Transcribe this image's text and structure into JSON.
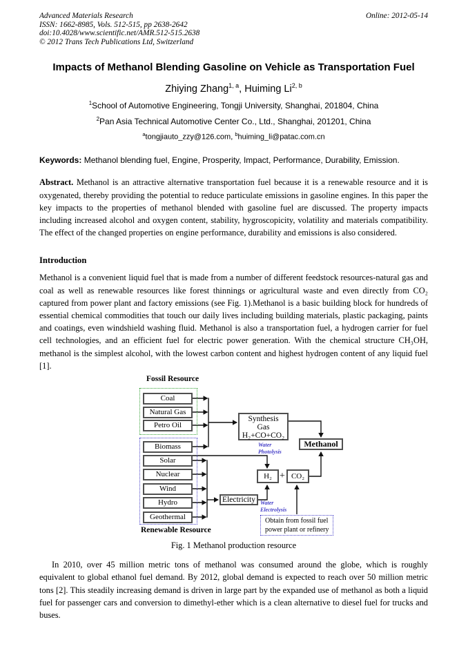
{
  "header": {
    "journal": "Advanced Materials Research",
    "issn": "ISSN: 1662-8985, Vols. 512-515, pp 2638-2642",
    "doi": "doi:10.4028/www.scientific.net/AMR.512-515.2638",
    "copyright": "© 2012 Trans Tech Publications Ltd, Switzerland",
    "online": "Online: 2012-05-14"
  },
  "title": "Impacts of Methanol Blending Gasoline on Vehicle as Transportation Fuel",
  "authors": {
    "name1": "Zhiying Zhang",
    "sup1": "1, a",
    "separator": ", ",
    "name2": "Huiming Li",
    "sup2": "2, b"
  },
  "affiliations": [
    {
      "sup": "1",
      "text": "School of Automotive Engineering, Tongji University, Shanghai, 201804, China"
    },
    {
      "sup": "2",
      "text": "Pan Asia Technical Automotive Center Co., Ltd., Shanghai, 201201, China"
    }
  ],
  "emails": [
    {
      "sup": "a",
      "text": "tongjiauto_zzy@126.com, "
    },
    {
      "sup": "b",
      "text": "huiming_li@patac.com.cn"
    }
  ],
  "keywords": {
    "label": "Keywords:",
    "text": " Methanol blending fuel, Engine, Prosperity, Impact, Performance, Durability, Emission."
  },
  "abstract": {
    "label": "Abstract.",
    "text": " Methanol is an attractive alternative transportation fuel because it is a renewable resource and it is oxygenated, thereby providing the potential to reduce particulate emissions in gasoline engines. In this paper the key impacts to the properties of methanol blended with gasoline fuel are discussed. The property impacts including increased alcohol and oxygen content, stability, hygroscopicity, volatility and materials compatibility. The effect of the changed properties on engine performance, durability and emissions is also considered."
  },
  "introduction": {
    "heading": "Introduction",
    "paragraph": "Methanol is a convenient liquid fuel that is made from a number of different feedstock resources-natural gas and coal as well as renewable resources like forest thinnings or agricultural waste and even directly from CO₂ captured from power plant and factory emissions (see Fig. 1).Methanol is a basic building block for hundreds of essential chemical commodities that touch our daily lives including building materials, plastic packaging, paints and coatings, even windshield washing fluid. Methanol is also a transportation fuel, a hydrogen carrier for fuel cell technologies, and an efficient fuel for electric power generation. With the chemical structure CH₃OH, methanol is the simplest alcohol, with the lowest carbon content and highest hydrogen content of any liquid fuel [1]."
  },
  "figure": {
    "fossil_label": "Fossil Resource",
    "renewable_label": "Renewable Resource",
    "fossil_items": [
      "Coal",
      "Natural Gas",
      "Petro Oil"
    ],
    "renewable_items": [
      "Biomass",
      "Solar",
      "Nuclear",
      "Wind",
      "Hydro",
      "Geothermal"
    ],
    "synthesis": {
      "line1": "Synthesis",
      "line2": "Gas",
      "line3": "H₂+CO+CO₂"
    },
    "methanol": "Methanol",
    "h2": "H₂",
    "plus": "+",
    "co2": "CO₂",
    "electricity": "Electricity",
    "water_photolysis": {
      "line1": "Water",
      "line2": "Photolysis"
    },
    "water_electrolysis": {
      "line1": "Water",
      "line2": "Electrolysis"
    },
    "obtain_note": {
      "line1": "Obtain from fossil fuel",
      "line2": "power plant or refinery"
    },
    "caption": "Fig. 1 Methanol production resource",
    "colors": {
      "fossil_border": "#33a033",
      "renewable_border": "#4640c8",
      "annotation_text": "#4640c8"
    }
  },
  "paragraph2": "In 2010, over 45 million metric tons of methanol was consumed around the globe, which is roughly equivalent to global ethanol fuel demand. By 2012, global demand is expected to reach over 50 million metric tons [2]. This steadily increasing demand is driven in large part by the expanded use of methanol as both a liquid fuel for passenger cars and conversion to dimethyl-ether which is a clean alternative to diesel fuel for trucks and buses."
}
